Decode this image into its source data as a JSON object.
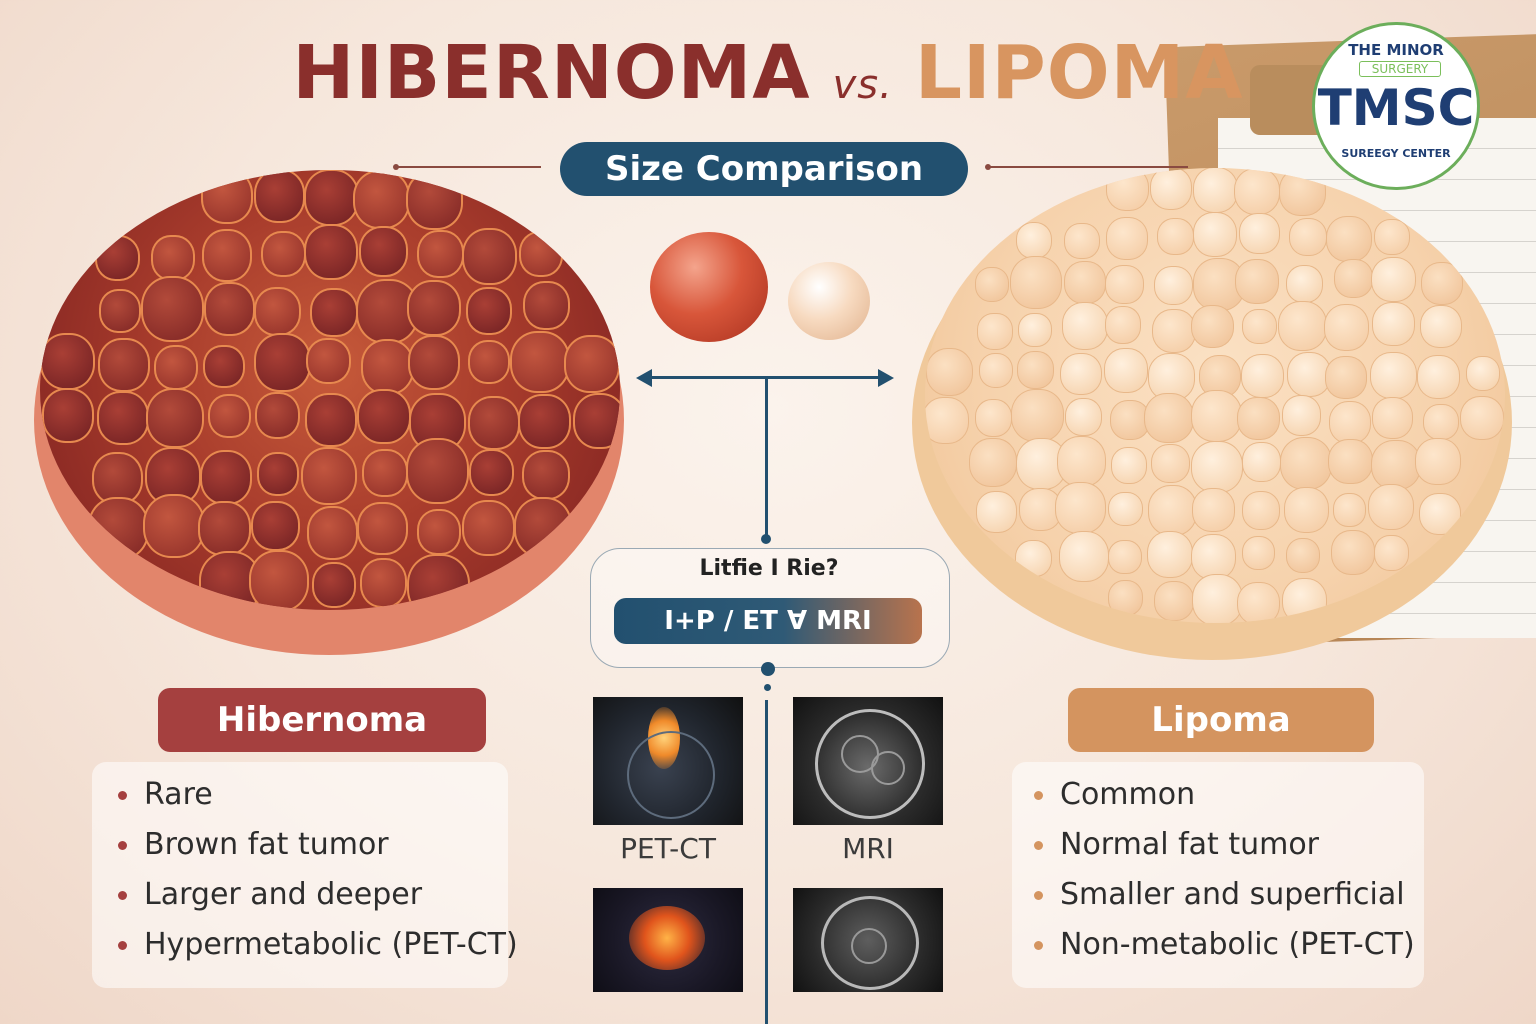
{
  "title": {
    "left": "HIBERNOMA",
    "vs": "vs.",
    "right": "LIPOMA"
  },
  "size_comparison_label": "Size Comparison",
  "question": {
    "text": "Litfie I Rie?",
    "modalities": "I+P  ∕  ET Ɐ MRI"
  },
  "scans": [
    {
      "label": "PET-CT"
    },
    {
      "label": "MRI"
    }
  ],
  "logo": {
    "top": "THE MINOR",
    "middle": "SURGERY",
    "abbr": "TMSC",
    "bottom": "SUREEGY CENTER"
  },
  "hibernoma": {
    "heading": "Hibernoma",
    "points": [
      "Rare",
      "Brown fat tumor",
      "Larger and deeper",
      "Hypermetabolic (PET-CT)"
    ]
  },
  "lipoma": {
    "heading": "Lipoma",
    "points": [
      "Common",
      "Normal fat tumor",
      "Smaller and superficial",
      "Non-metabolic (PET-CT)"
    ]
  },
  "colors": {
    "hibernoma_accent": "#a5403f",
    "lipoma_accent": "#d4945f",
    "navy": "#22506f",
    "title_red": "#8a2f2c",
    "title_tan": "#d89560"
  }
}
